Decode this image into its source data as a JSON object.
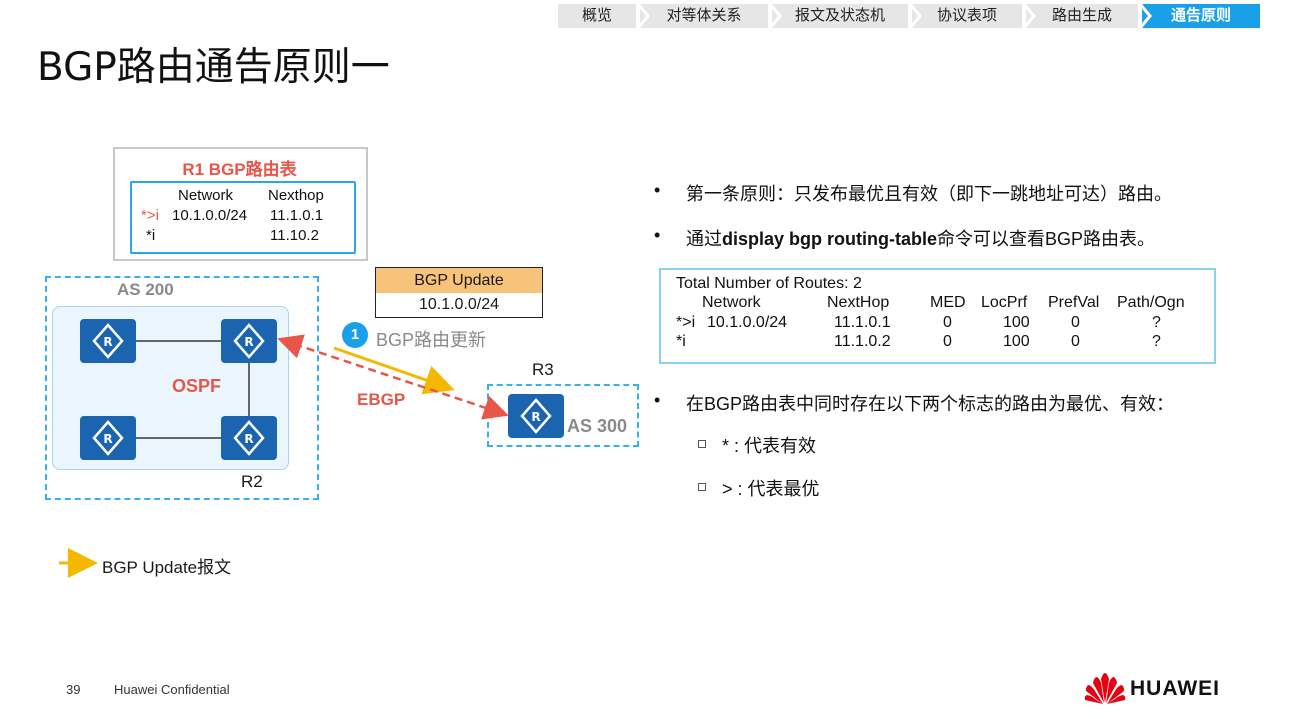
{
  "nav": {
    "items": [
      "概览",
      "对等体关系",
      "报文及状态机",
      "协议表项",
      "路由生成",
      "通告原则"
    ],
    "active_index": 5
  },
  "title": "BGP路由通告原则一",
  "route_table": {
    "title": "R1 BGP路由表",
    "header": {
      "network": "Network",
      "nexthop": "Nexthop"
    },
    "rows": [
      {
        "flag": "*>i",
        "network": "10.1.0.0/24",
        "nexthop": "11.1.0.1"
      },
      {
        "flag": "*i",
        "network": "",
        "nexthop": "11.10.2"
      }
    ]
  },
  "diagram": {
    "as200_label": "AS 200",
    "ospf_label": "OSPF",
    "r2_label": "R2",
    "r3_label": "R3",
    "as300_label": "AS 300",
    "ebgp_label": "EBGP",
    "update_step": "1",
    "update_text": "BGP路由更新",
    "update_box": {
      "head": "BGP Update",
      "body": "10.1.0.0/24"
    },
    "legend": "BGP Update报文"
  },
  "bullets": {
    "b1": "第一条原则：只发布最优且有效（即下一跳地址可达）路由。",
    "b2_prefix": "通过",
    "b2_cmd": "display bgp routing-table",
    "b2_suffix": "命令可以查看BGP路由表。",
    "b3": "在BGP路由表中同时存在以下两个标志的路由为最优、有效：",
    "s1": "* : 代表有效",
    "s2": "> : 代表最优"
  },
  "bgp_table": {
    "total": "Total Number of Routes: 2",
    "columns": [
      "Network",
      "NextHop",
      "MED",
      "LocPrf",
      "PrefVal",
      "Path/Ogn"
    ],
    "rows": [
      {
        "flag": "*>i",
        "network": "10.1.0.0/24",
        "nexthop": "11.1.0.1",
        "med": "0",
        "locprf": "100",
        "prefval": "0",
        "path": "?"
      },
      {
        "flag": "*i",
        "network": "",
        "nexthop": "11.1.0.2",
        "med": "0",
        "locprf": "100",
        "prefval": "0",
        "path": "?"
      }
    ]
  },
  "footer": {
    "page": "39",
    "confidential": "Huawei Confidential",
    "brand": "HUAWEI"
  },
  "colors": {
    "accent": "#1aa0e8",
    "red": "#e8564a",
    "router": "#1b64b0",
    "update": "#f7c279",
    "arrow": "#f5b800"
  }
}
